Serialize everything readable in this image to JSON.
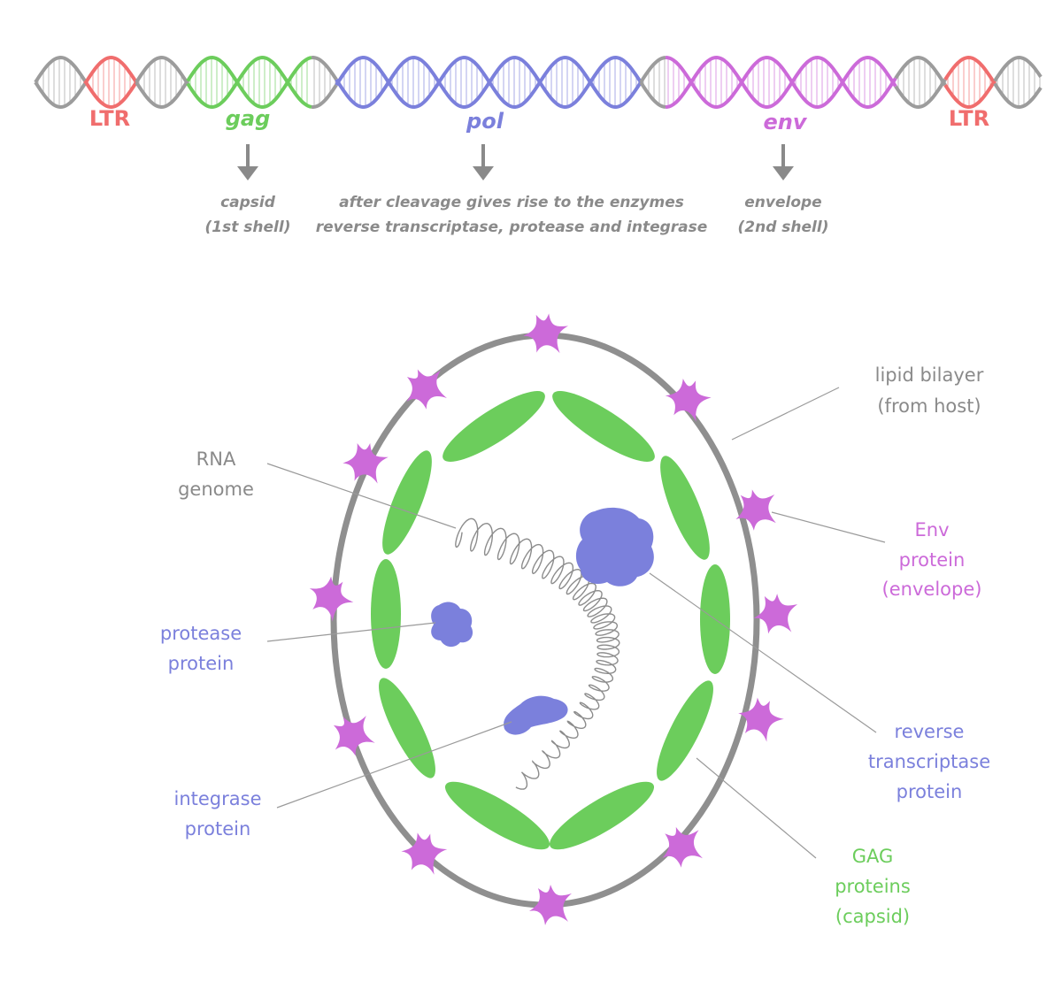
{
  "colors": {
    "ltr": "#f06d6d",
    "gag": "#6ccd5c",
    "pol": "#7b80dc",
    "env": "#cc6ad9",
    "grey": "#8a8a8a",
    "dark_grey": "#9c9c9c",
    "membrane": "#8f8f8f",
    "leader": "#9a9a9a"
  },
  "genome": {
    "segments": [
      {
        "label": "LTR",
        "color_key": "ltr",
        "italic": false
      },
      {
        "label": "gag",
        "color_key": "gag",
        "italic": true
      },
      {
        "label": "pol",
        "color_key": "pol",
        "italic": true
      },
      {
        "label": "env",
        "color_key": "env",
        "italic": true
      },
      {
        "label": "LTR",
        "color_key": "ltr",
        "italic": false
      }
    ],
    "products": {
      "gag": [
        "capsid",
        "(1st shell)"
      ],
      "pol": [
        "after cleavage gives rise to the enzymes",
        "reverse transcriptase, protease and integrase"
      ],
      "env": [
        "envelope",
        "(2nd shell)"
      ]
    }
  },
  "callouts": {
    "lipid_bilayer": [
      "lipid bilayer",
      "(from host)"
    ],
    "rna_genome": [
      "RNA",
      "genome"
    ],
    "env_protein": [
      "Env",
      "protein",
      "(envelope)"
    ],
    "protease": [
      "protease",
      "protein"
    ],
    "reverse_transcriptase": [
      "reverse",
      "transcriptase",
      "protein"
    ],
    "integrase": [
      "integrase",
      "protein"
    ],
    "gag_proteins": [
      "GAG",
      "proteins",
      "(capsid)"
    ]
  }
}
